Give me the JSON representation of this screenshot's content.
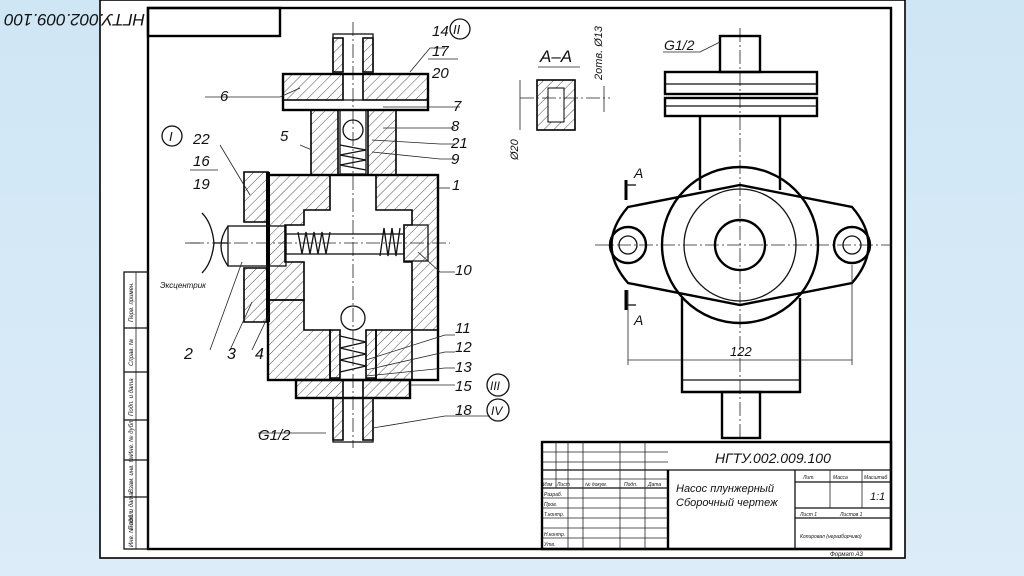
{
  "drawing_code_rotated": "НГТУ.002.009.100",
  "section_label": "А–А",
  "dimensions": {
    "thread_left_bottom": "G1/2",
    "thread_top_right": "G1/2",
    "hole_vertical": "2отв. Ø13",
    "outer_diameter": "Ø20",
    "flange_width": "122"
  },
  "cut_markers": [
    "А",
    "А"
  ],
  "view_markers": [
    "I",
    "II",
    "III",
    "IV"
  ],
  "eccentric_label": "Эксцентрик",
  "part_numbers": {
    "left_top": [
      "22",
      "16",
      "19"
    ],
    "left_bottom": [
      "2",
      "3",
      "4"
    ],
    "top": [
      "14",
      "17",
      "20"
    ],
    "part6": "6",
    "part5": "5",
    "right": [
      "7",
      "8",
      "21",
      "9",
      "1",
      "10"
    ],
    "right_bottom": [
      "11",
      "12",
      "13",
      "15",
      "18"
    ]
  },
  "title_block": {
    "code": "НГТУ.002.009.100",
    "name_line1": "Насос плунжерный",
    "name_line2": "Сборочный чертеж",
    "headers": [
      "Изм",
      "Лист",
      "№ докум.",
      "Подп.",
      "Дата"
    ],
    "roles": [
      "Разраб.",
      "Пров.",
      "Т.контр.",
      "",
      "Н.контр.",
      "Утв."
    ],
    "lit_header": "Лит.",
    "mass_header": "Масса",
    "scale_header": "Масштаб",
    "scale": "1:1",
    "sheet_label": "Лист 1",
    "sheets_label": "Листов 1",
    "org": "Копировал (неразборчиво)",
    "format": "Формат А3"
  },
  "side_strip": [
    "Перв. примен.",
    "Справ. №",
    "Подп. и дата",
    "Инв. № дубл.",
    "Взам. инв. №",
    "Подп. и дата",
    "Инв. № подл."
  ]
}
